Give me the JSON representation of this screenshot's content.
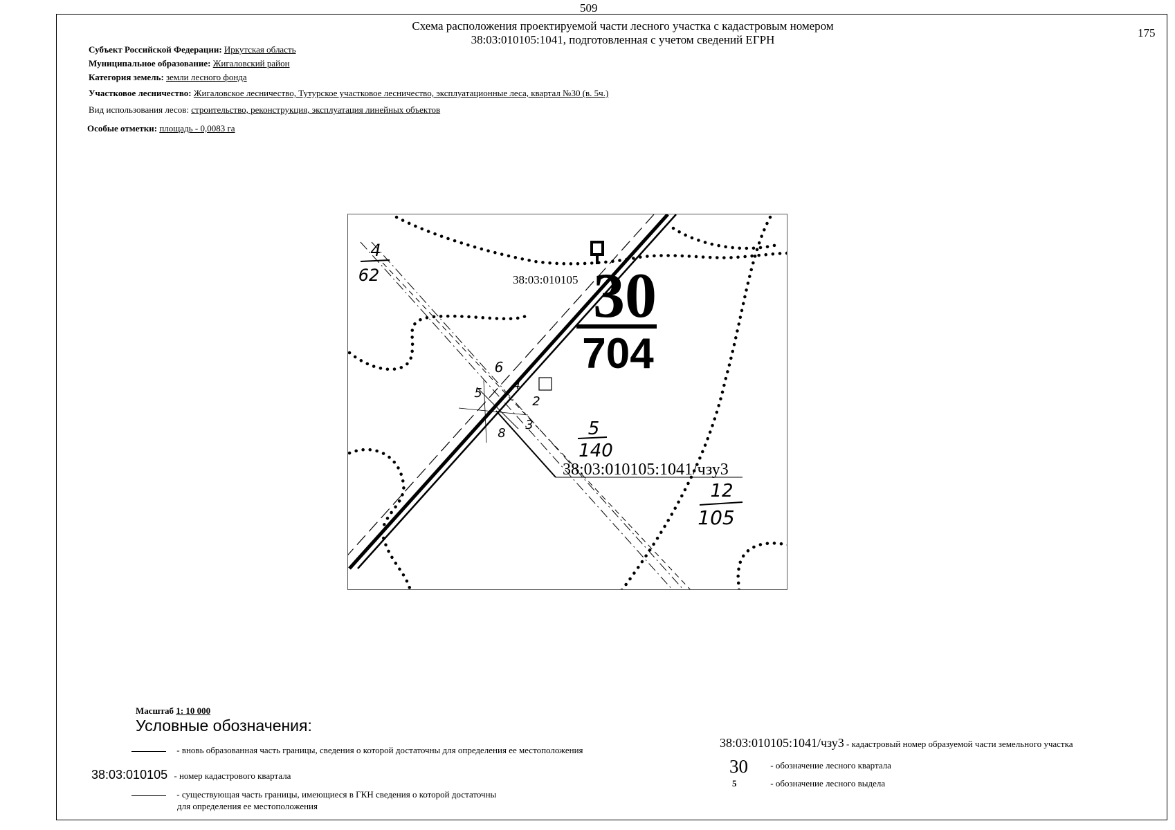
{
  "page": {
    "sheet_number": "509",
    "page_number": "175"
  },
  "title": {
    "line1": "Схема расположения проектируемой части лесного участка с кадастровым номером",
    "line2": "38:03:010105:1041,  подготовленная с учетом сведений ЕГРН"
  },
  "fields": {
    "subject": {
      "label": "Субъект Российской Федерации:",
      "value": "Иркутская область"
    },
    "municipality": {
      "label": "Муниципальное образование:",
      "value": "Жигаловский район"
    },
    "land_category": {
      "label": "Категория земель:",
      "value": "земли лесного фонда"
    },
    "forestry": {
      "label": "Участковое лесничество:",
      "value": "Жигаловское лесничество, Тутурское участковое лесничество, эксплуатационные леса, квартал №30 (в. 5ч.)"
    },
    "usage": {
      "label": "Вид использования лесов:",
      "value": "строительство, реконструкция, эксплуатация линейных объектов"
    },
    "notes": {
      "label": "Особые отметки:",
      "value": "площадь -  0,0083 га"
    }
  },
  "map": {
    "quarter_number": "30",
    "quarter_area": "704",
    "cadastral_quarter_label": "38:03:010105",
    "parcel_label": "38:03:010105:1041/чзу3",
    "subdivisions": [
      {
        "num": "4",
        "area": "62"
      },
      {
        "num": "5",
        "area": "140"
      },
      {
        "num": "12",
        "area": "105"
      }
    ],
    "point_labels": [
      "6",
      "5",
      "2",
      "3",
      "8",
      "4"
    ]
  },
  "scale": {
    "label": "Масштаб",
    "value": "1: 10 000"
  },
  "legend": {
    "title": "Условные обозначения:",
    "items": {
      "new_boundary": "- вновь образованная часть границы, сведения о которой достаточны для определения ее местоположения",
      "cadastral_quarter_sample": "38:03:010105",
      "cadastral_quarter_desc": "-  номер кадастрового квартала",
      "existing_boundary_line1": "- существующая часть границы, имеющиеся в ГКН сведения о которой достаточны",
      "existing_boundary_line2": "для определения ее местоположения",
      "parcel_sample": "38:03:010105:1041/чзу3",
      "parcel_desc": "- кадастровый номер образуемой части земельного участка",
      "quarter_sample": "30",
      "quarter_desc": "- обозначение лесного квартала",
      "subdivision_sample": "5",
      "subdivision_desc": "- обозначение лесного выдела"
    }
  }
}
